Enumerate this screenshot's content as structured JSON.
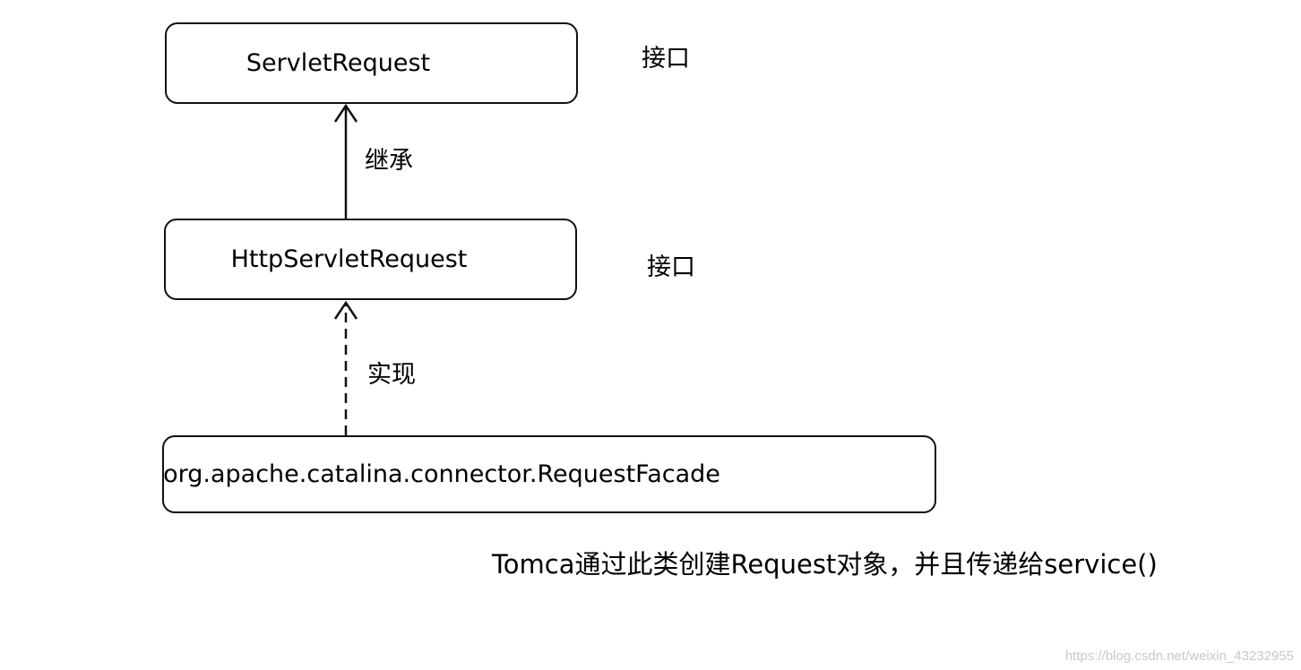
{
  "nodes": {
    "servlet_request": {
      "label": "ServletRequest",
      "tag": "接口"
    },
    "http_servlet_request": {
      "label": "HttpServletRequest",
      "tag": "接口"
    },
    "request_facade": {
      "label": "org.apache.catalina.connector.RequestFacade"
    }
  },
  "edges": {
    "inherit": {
      "label": "继承"
    },
    "implement": {
      "label": "实现"
    }
  },
  "caption": "Tomca通过此类创建Request对象，并且传递给service()",
  "watermark": "https://blog.csdn.net/weixin_43232955"
}
